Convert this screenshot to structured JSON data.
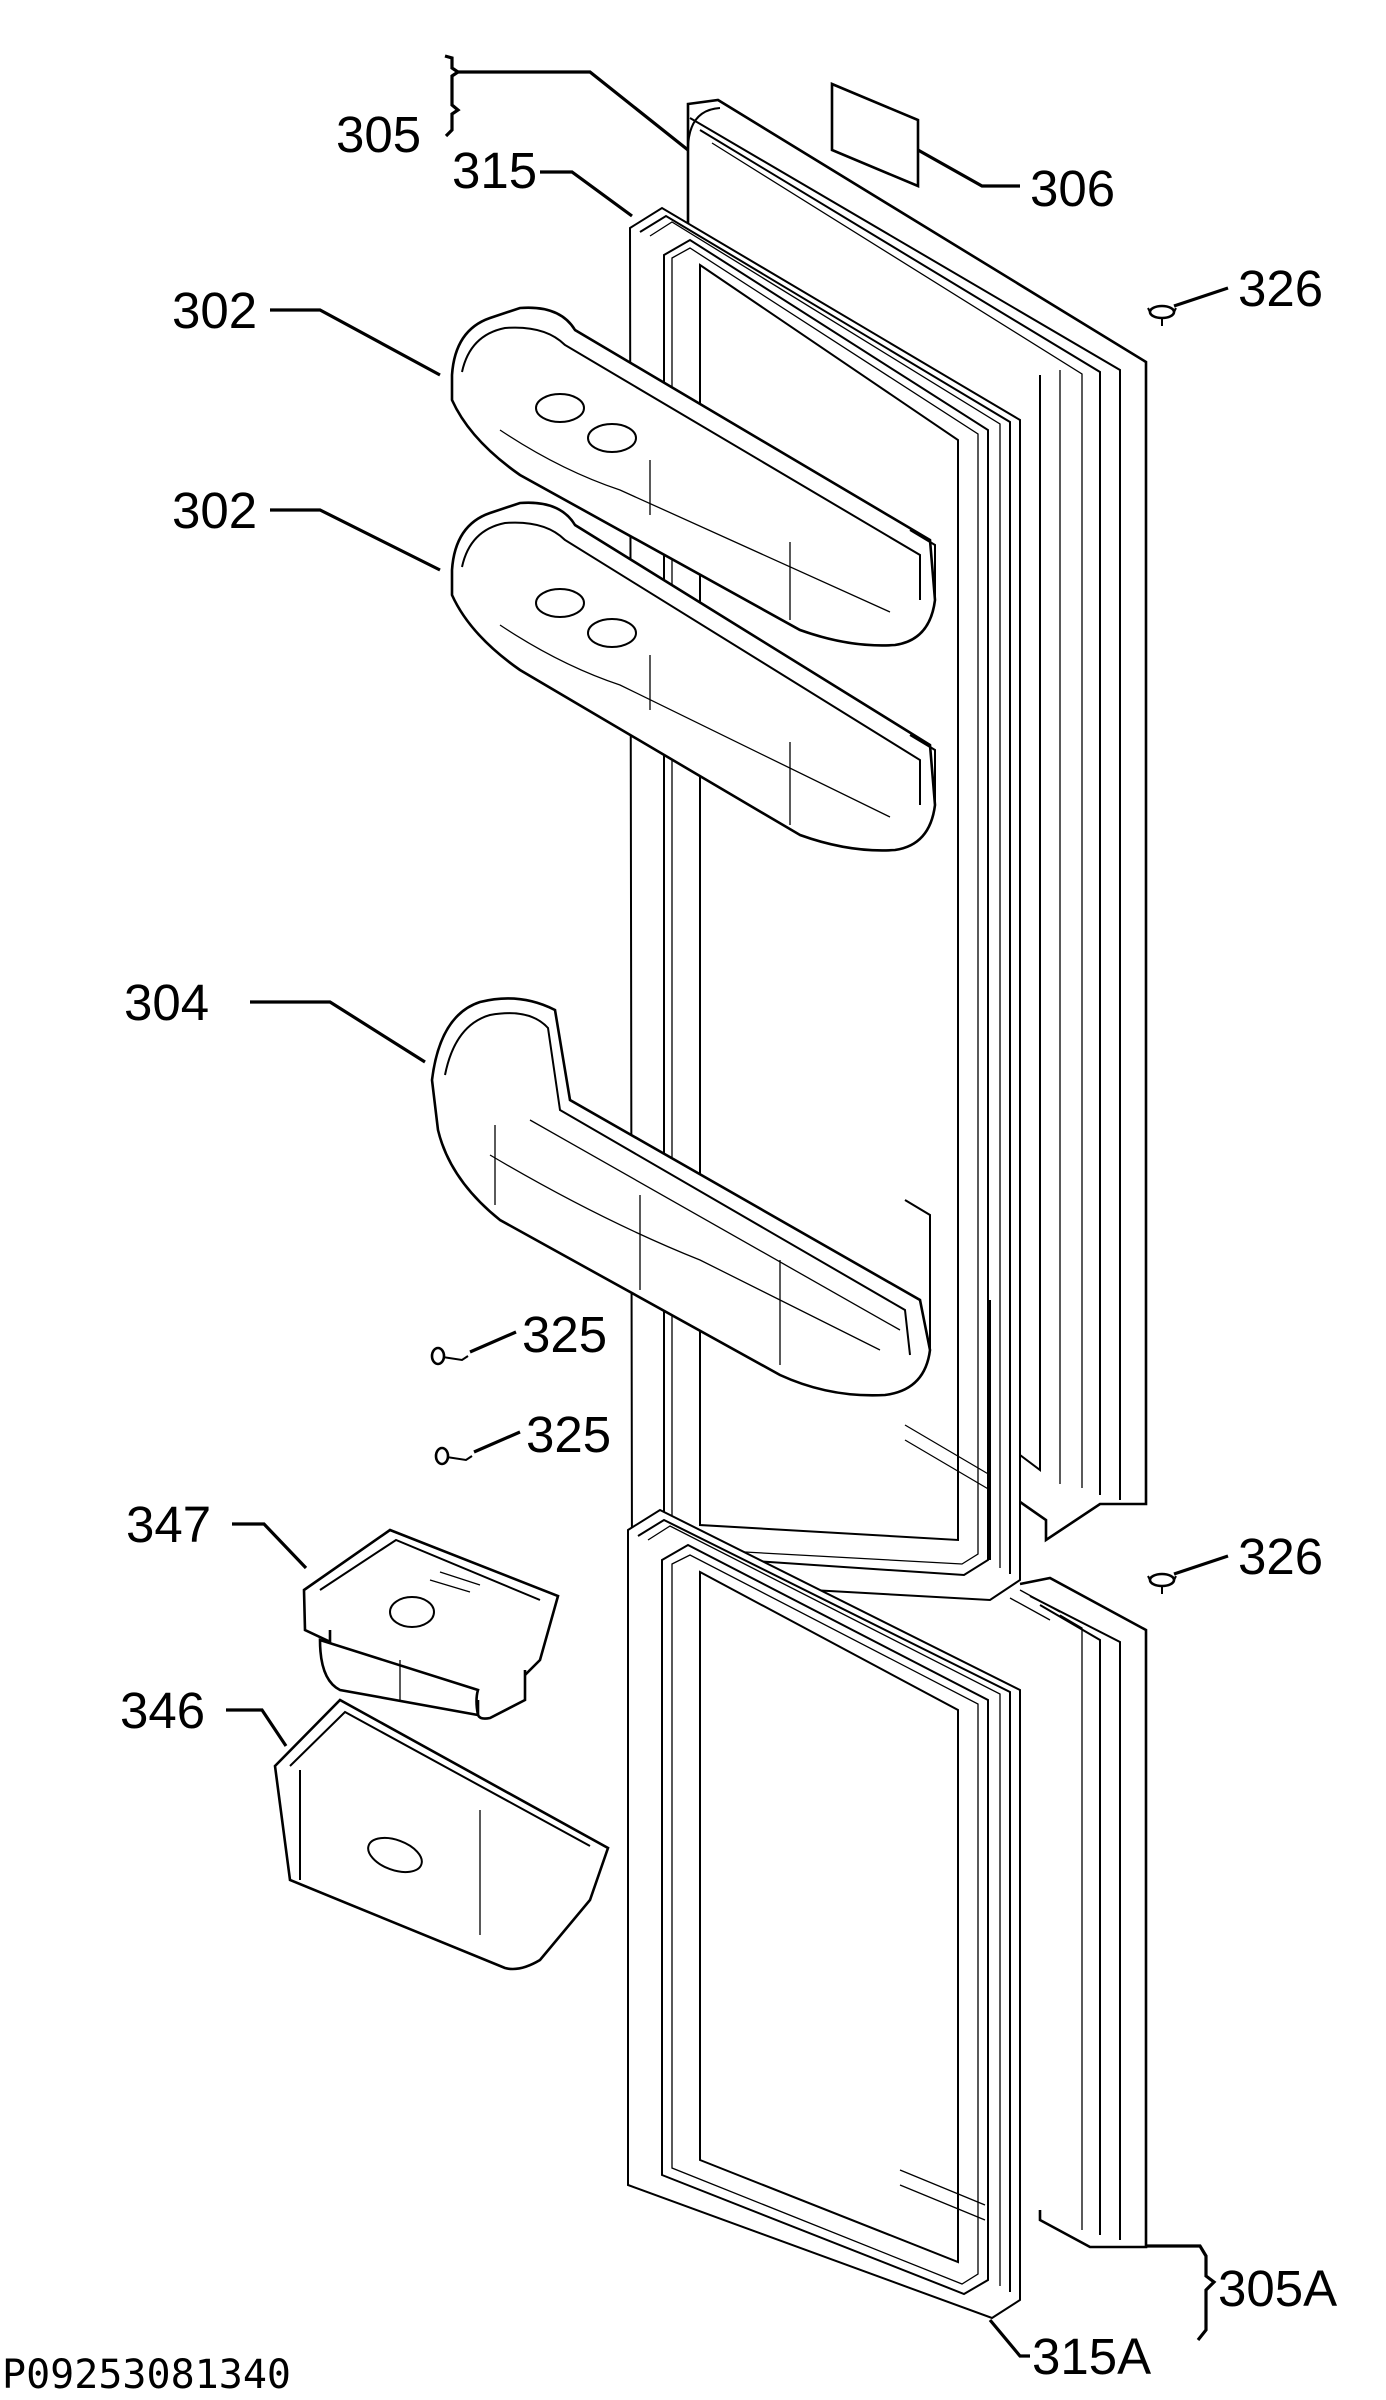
{
  "diagram_code": "P09253081340",
  "callouts": {
    "door_upper": "305",
    "gasket_upper": "315",
    "label_plate": "306",
    "hinge_top": "326",
    "door_shelf_1": "302",
    "door_shelf_2": "302",
    "door_shelf_large": "304",
    "screw_1": "325",
    "screw_2": "325",
    "box_with_lid": "347",
    "hinge_mid": "326",
    "box": "346",
    "door_lower": "305A",
    "gasket_lower": "315A"
  }
}
